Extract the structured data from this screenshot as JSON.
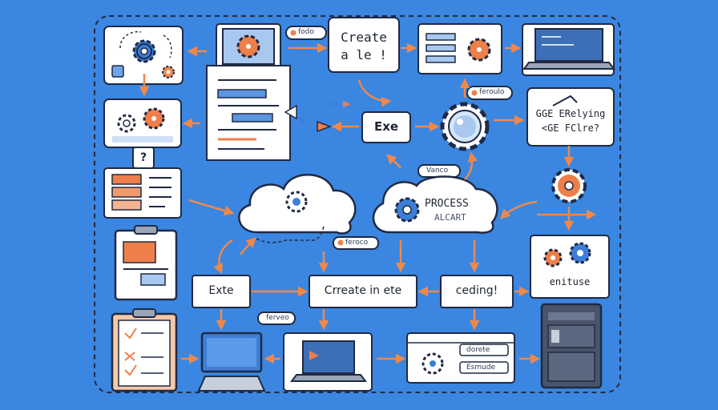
{
  "diagram": {
    "labels": {
      "create_file": [
        "Create",
        "a le !"
      ],
      "exe_mid": "Exe",
      "question_box": [
        "GGE ERelying",
        "<GE FClre?"
      ],
      "process_cloud": [
        "PROCESS",
        "ALCART"
      ],
      "exte": "Exte",
      "create_in_ete": "Crreate in ete",
      "ceding": "ceding!",
      "enituse": "enituse",
      "question_mark": "?"
    },
    "tags": {
      "tag_top": "fodo",
      "tag_right": "feroulo",
      "tag_cloud": "Vanco",
      "tag_mid": "feroco",
      "tag_bottom": "ferveo",
      "tag_panel_a": "dorete",
      "tag_panel_b": "Esmude"
    },
    "colors": {
      "background": "#3b86e0",
      "node_fill": "#ffffff",
      "outline": "#1f2a44",
      "arrow": "#f0884a",
      "gear_orange": "#ef7f4a",
      "gear_blue": "#3d7fd8"
    }
  }
}
